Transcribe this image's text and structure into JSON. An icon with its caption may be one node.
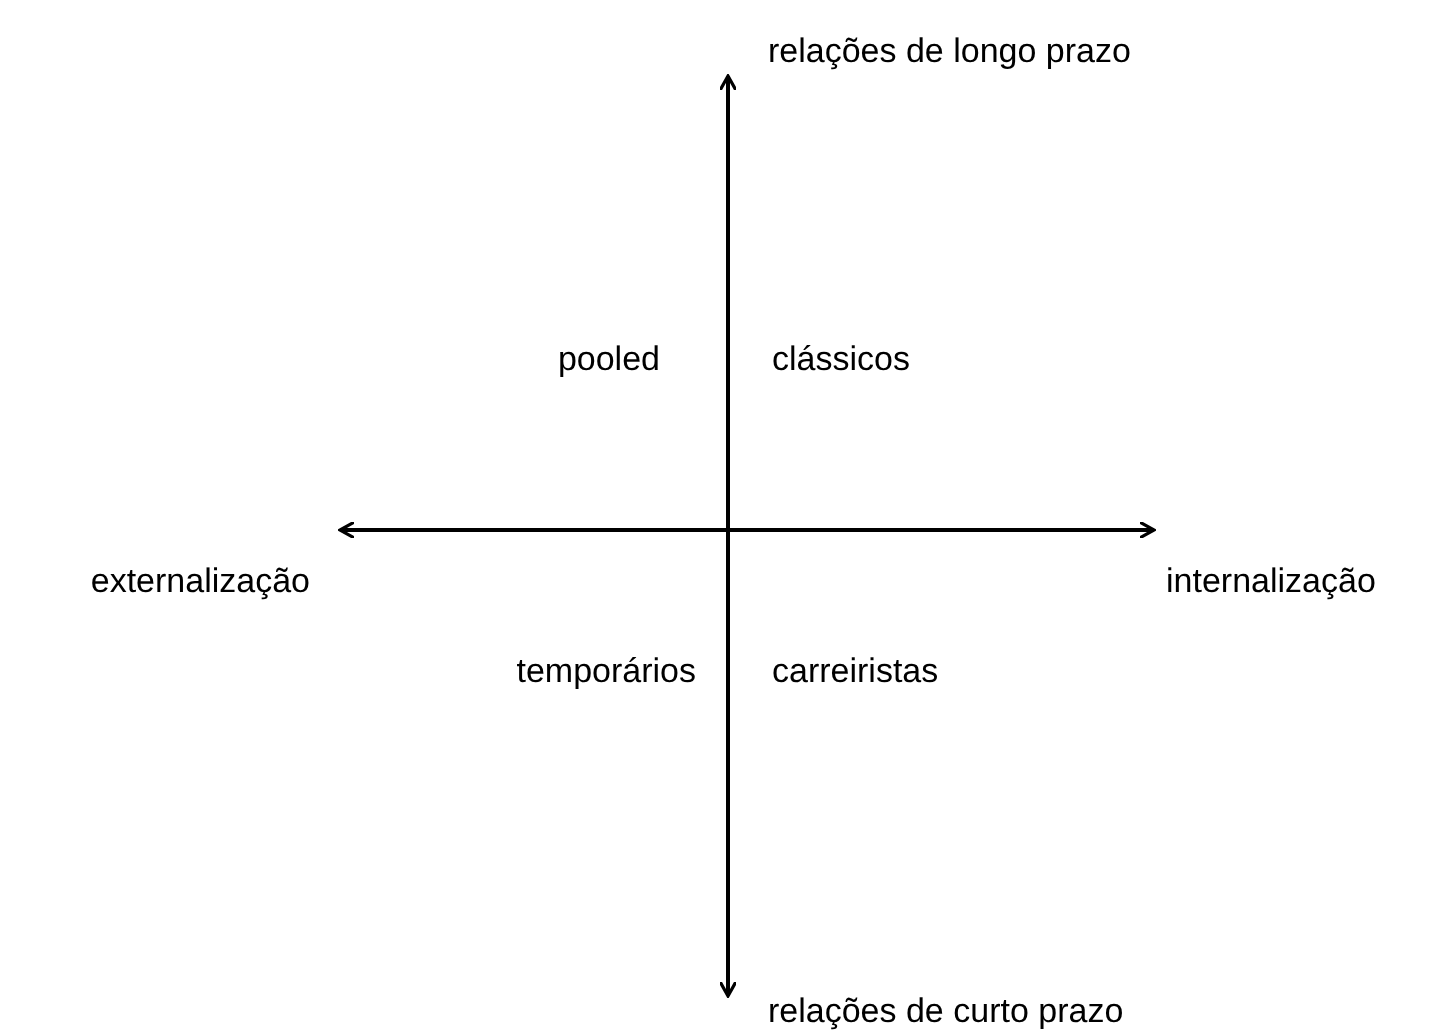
{
  "diagram": {
    "labels": [
      "relações de longo prazo",
      "pooled",
      "clássicos",
      "externalização",
      "internalização",
      "temporários",
      "carreiristas",
      "relações de curto prazo"
    ]
  }
}
